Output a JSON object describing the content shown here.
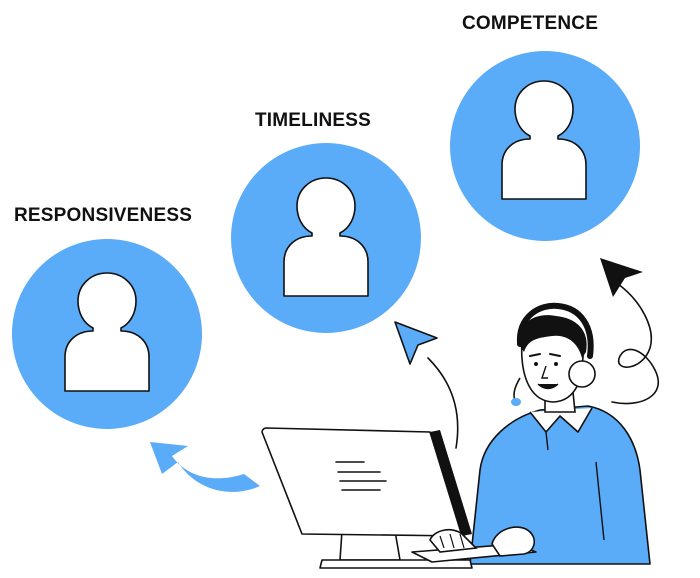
{
  "labels": {
    "competence": "COMPETENCE",
    "timeliness": "TIMELINESS",
    "responsiveness": "RESPONSIVENESS"
  },
  "colors": {
    "accent": "#5AABF8",
    "stroke": "#111111",
    "background": "#FFFFFF"
  },
  "icons": {
    "avatar": "person-silhouette-icon",
    "agent": "support-agent-with-headset",
    "computer": "desktop-monitor",
    "arrow": "cursor-arrow-icon"
  }
}
